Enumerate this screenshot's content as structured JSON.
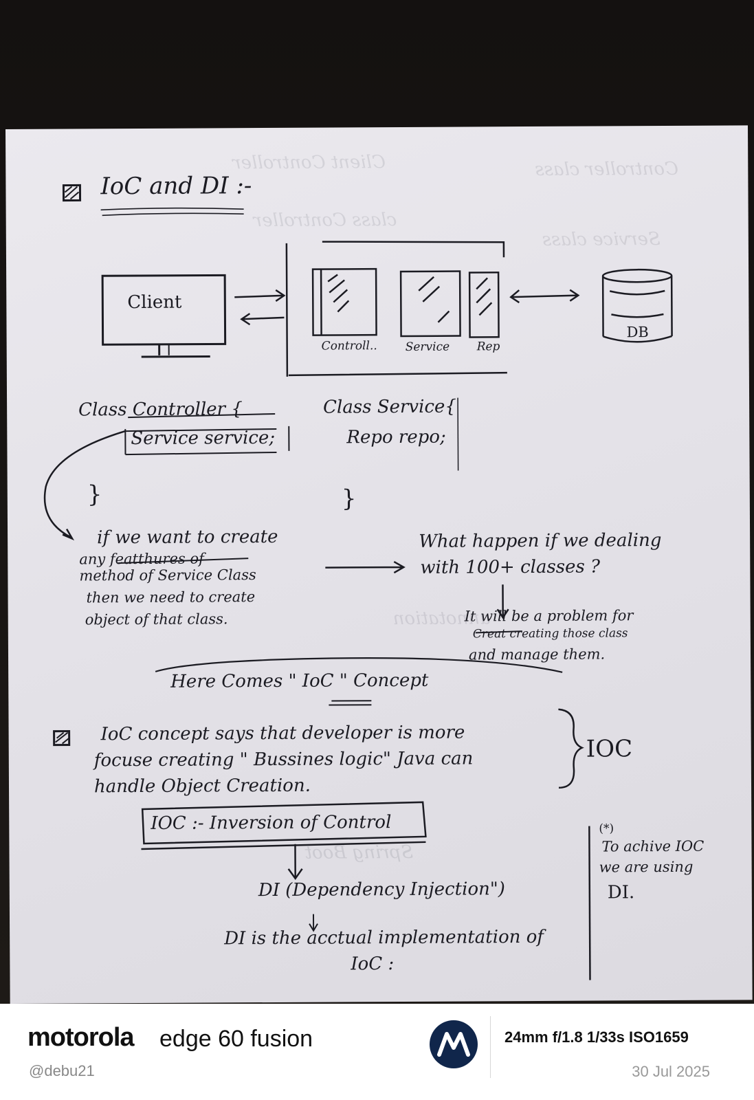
{
  "photo": {
    "heading": "IoC and DI :-",
    "diagram": {
      "client_label": "Client",
      "layer_labels": [
        "Controll..",
        "Service",
        "Rep"
      ],
      "db_label": "DB"
    },
    "code": {
      "controller_line1": "Class Controller {",
      "controller_line2": "Service service;",
      "controller_close": "}",
      "service_line1": "Class Service{",
      "service_line2": "Repo repo;",
      "service_close": "}"
    },
    "note_left": [
      "if we want to create",
      "any featthures of",
      "method of Service Class",
      "then we need to create",
      "object of that class."
    ],
    "note_right_question": [
      "What happen if we dealing",
      "with 100+ classes ?"
    ],
    "note_right_answer": [
      "It will be a problem for",
      "Creat creating those class",
      "and manage them."
    ],
    "here_comes": "Here Comes \" IoC \" Concept",
    "ioc_concept": [
      "IoC concept says that developer is more",
      "focuse creating \" Bussines logic\" Java can",
      "handle Object Creation."
    ],
    "ioc_brace_label": "IOC",
    "ioc_box": "IOC :- Inversion of Control",
    "di_line": "DI (Dependency Injection\")",
    "di_impl_line1": "DI is the acctual implementation of",
    "di_impl_line2": "IoC :",
    "side_note_mark": "(*)",
    "side_note": [
      "To achive IOC",
      "we are using",
      "DI."
    ]
  },
  "footer": {
    "brand": "motorola",
    "model": "edge 60 fusion",
    "handle": "@debu21",
    "exif": "24mm  f/1.8  1/33s  ISO1659",
    "date": "30 Jul 2025"
  },
  "colors": {
    "ink": "#1b1b22",
    "paper": "#e8e6eb",
    "background": "#1a1613",
    "logo": "#10264b",
    "footer_bg": "#ffffff"
  }
}
